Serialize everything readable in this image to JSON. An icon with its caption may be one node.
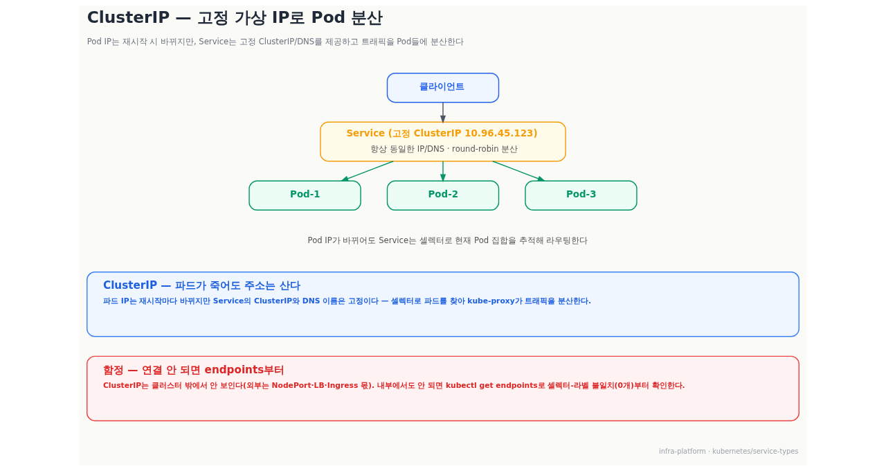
{
  "diagram": {
    "title": "ClusterIP — 고정 가상 IP로 Pod 분산",
    "nodes": [
      {
        "text": [
          "클라이언트"
        ]
      },
      {
        "text": [
          "Service (고정 ClusterIP 10.96.45.123)",
          "항상 동일한 IP/DNS · round-robin 분산"
        ]
      },
      {
        "text": [
          "Pod-1"
        ]
      },
      {
        "text": [
          "Pod-2"
        ]
      },
      {
        "text": [
          "Pod-3"
        ]
      },
      {
        "text": [
          "ClusterIP — 파드가 죽어도 주소는 산다",
          "파드 IP는 재시작마다 바뀌지만 Service의 ClusterIP와 DNS 이름은 고정이다 — 셀렉터로 파드를 찾아 kube-proxy가 트래픽을 분산한다."
        ]
      },
      {
        "text": [
          "함정 — 연결 안 되면 endpoints부터",
          "ClusterIP는 클러스터 밖에서 안 보인다(외부는 NodePort·LB·Ingress 몫). 내부에서도 안 되면 kubectl get endpoints로 셀렉터-라벨 불일치(0개)부터 확인한다."
        ]
      }
    ],
    "edges": [
      {
        "from": 0,
        "to": 1,
        "arrow": "to",
        "color": "#4b5563"
      },
      {
        "from": 1,
        "to": 2,
        "arrow": "to"
      },
      {
        "from": 1,
        "to": 3,
        "arrow": "to"
      },
      {
        "from": 1,
        "to": 4,
        "arrow": "to"
      }
    ],
    "labels": [
      "Pod IP는 재시작 시 바뀌지만, Service는 고정 ClusterIP/DNS를 제공하고 트래픽을 Pod들에 분산한다",
      "Pod IP가 바뀌어도 Service는 셀렉터로 현재 Pod 집합을 추적해 라우팅한다",
      "infra-platform · kubernetes/service-types"
    ]
  }
}
